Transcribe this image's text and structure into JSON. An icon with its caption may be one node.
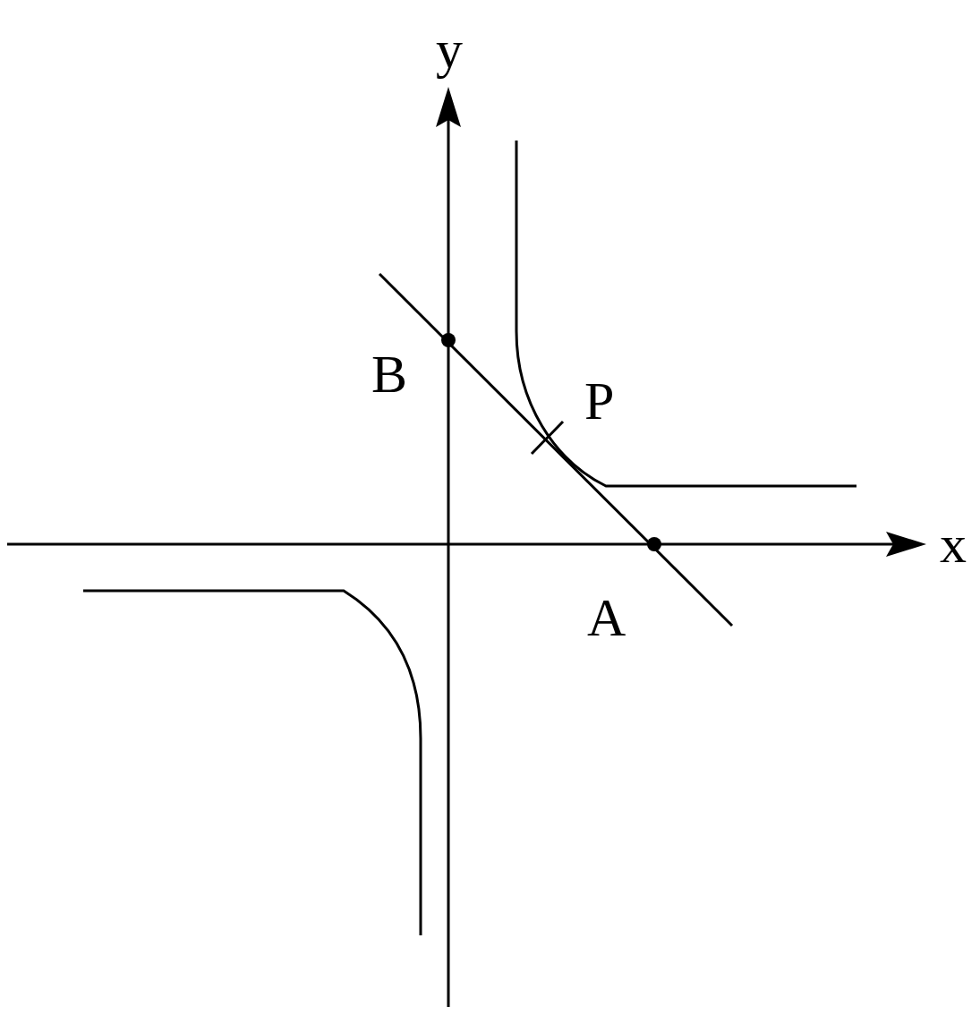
{
  "diagram": {
    "labels": [
      "y",
      "B",
      "P",
      "x",
      "A"
    ]
  }
}
